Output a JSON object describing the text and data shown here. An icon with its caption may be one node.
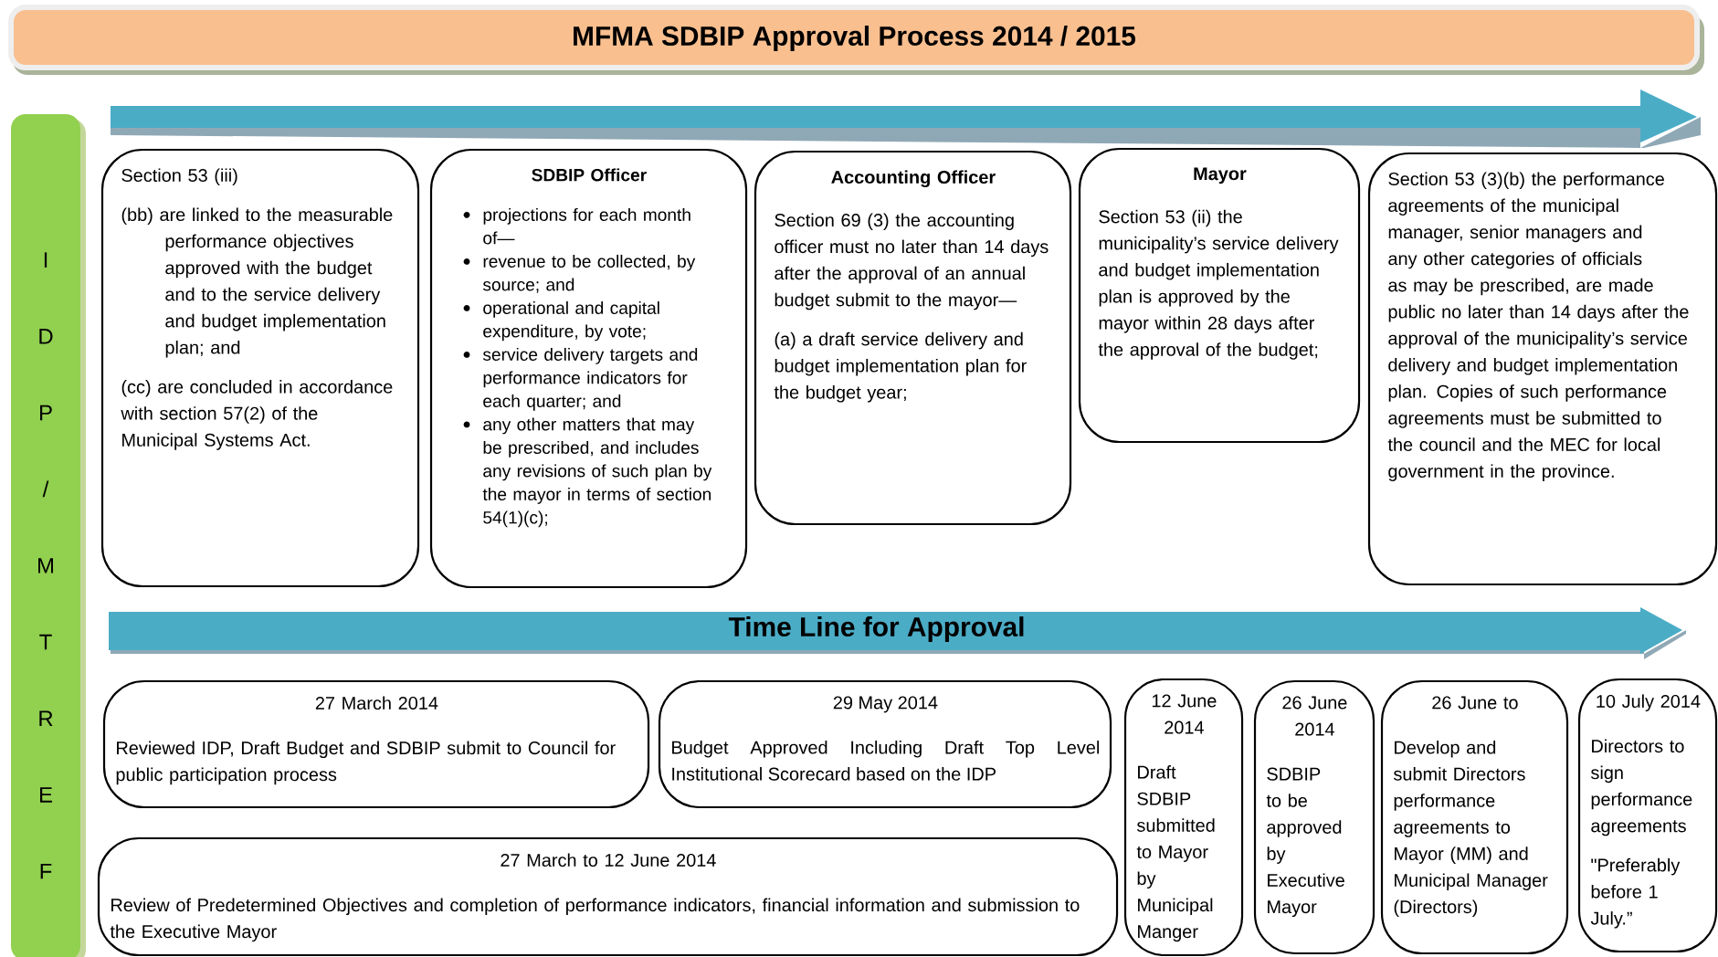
{
  "diagram": {
    "title": "MFMA SDBIP Approval Process 2014 / 2015",
    "nodes": [
      {
        "text": [
          "I D P / M T R E F"
        ]
      },
      {
        "text": [
          "Section 53 (iii)",
          "(bb) are linked to the measurable performance objectives approved with the budget and to the service delivery and budget implementation plan; and",
          "(cc) are concluded in accordance with section 57(2) of the Municipal Systems Act."
        ]
      },
      {
        "text": [
          "SDBIP Officer",
          "projections for each month of—",
          "revenue to be collected, by source; and",
          "operational and capital expenditure, by vote;",
          "service delivery targets and performance indicators for each quarter; and",
          "any other matters that may be prescribed, and includes any revisions of such plan by the mayor in terms of section 54(1)(c);"
        ]
      },
      {
        "text": [
          "Accounting Officer",
          "Section 69 (3) the accounting officer must no later than 14 days after the approval of an annual budget submit to the mayor—",
          "(a) a draft service delivery and budget implementation plan for the budget year;"
        ]
      },
      {
        "text": [
          "Mayor",
          "Section 53 (ii) the municipality’s service delivery and budget implementation plan is approved by the mayor within 28 days after the approval of the budget;"
        ]
      },
      {
        "text": [
          "Section 53 (3)(b) the performance agreements of the municipal manager, senior managers and any other categories of officials as may be prescribed, are made public no later than 14 days after the approval of the municipality’s service delivery and budget implementation plan. Copies of such performance agreements must be submitted to the council and the MEC for local government in the province."
        ]
      },
      {
        "text": [
          "Time Line for Approval"
        ]
      },
      {
        "text": [
          "27 March 2014",
          "Reviewed IDP, Draft Budget and SDBIP submit to Council for public participation process"
        ]
      },
      {
        "text": [
          "29 May 2014",
          "Budget Approved Including Draft Top Level Institutional Scorecard based on the IDP"
        ]
      },
      {
        "text": [
          "12 June 2014",
          "Draft SDBIP submitted to Mayor by Municipal Manger"
        ]
      },
      {
        "text": [
          "26 June 2014",
          "SDBIP to be approved by Executive Mayor"
        ]
      },
      {
        "text": [
          "26 June to",
          "Develop and submit Directors performance agreements to Mayor (MM) and Municipal Manager (Directors)"
        ]
      },
      {
        "text": [
          "10 July 2014",
          "Directors to sign performance agreements",
          "\"Preferably before 1 July.”"
        ]
      },
      {
        "text": [
          "27 March to 12 June 2014",
          "Review of Predetermined Objectives and completion of performance indicators, financial information and submission to the Executive Mayor"
        ]
      },
      {
        "text": [],
        "shape": "arrow"
      }
    ]
  }
}
